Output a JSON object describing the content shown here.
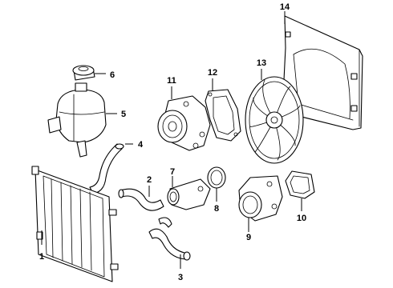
{
  "parts": [
    {
      "id": "radiator",
      "label": "1"
    },
    {
      "id": "upper-radiator-hose",
      "label": "2"
    },
    {
      "id": "lower-radiator-hose",
      "label": "3"
    },
    {
      "id": "overflow-hose",
      "label": "4"
    },
    {
      "id": "coolant-reservoir",
      "label": "5"
    },
    {
      "id": "reservoir-cap",
      "label": "6"
    },
    {
      "id": "thermostat-housing",
      "label": "7"
    },
    {
      "id": "thermostat-gasket",
      "label": "8"
    },
    {
      "id": "water-outlet",
      "label": "9"
    },
    {
      "id": "outlet-gasket",
      "label": "10"
    },
    {
      "id": "water-pump",
      "label": "11"
    },
    {
      "id": "water-pump-gasket",
      "label": "12"
    },
    {
      "id": "fan-blade",
      "label": "13"
    },
    {
      "id": "fan-shroud",
      "label": "14"
    }
  ]
}
